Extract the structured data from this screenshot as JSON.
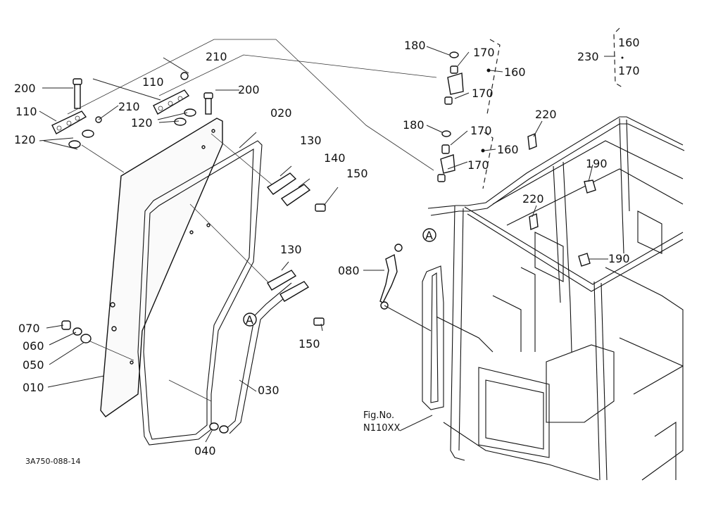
{
  "diagram": {
    "labels": {
      "p200a": "200",
      "p210a": "210",
      "p110a": "110",
      "p110b": "110",
      "p210b": "210",
      "p200b": "200",
      "p120a": "120",
      "p120b": "120",
      "p020": "020",
      "p130a": "130",
      "p140": "140",
      "p150a": "150",
      "p130b": "130",
      "p150b": "150",
      "p070": "070",
      "p060": "060",
      "p050": "050",
      "p010": "010",
      "p030": "030",
      "p040": "040",
      "p180a": "180",
      "p170a": "170",
      "p160a": "160",
      "p170b": "170",
      "p180b": "180",
      "p170c": "170",
      "p160b": "160",
      "p170d": "170",
      "p230": "230",
      "p230_160": "160",
      "p230_dot": "•",
      "p230_170": "170",
      "p220a": "220",
      "p190a": "190",
      "p220b": "220",
      "p190b": "190",
      "p080": "080",
      "markA1": "A",
      "markA2": "A"
    },
    "fig_no": "Fig.No.",
    "fig_code": "N110XX",
    "drawing_code": "3A750-088-14"
  }
}
